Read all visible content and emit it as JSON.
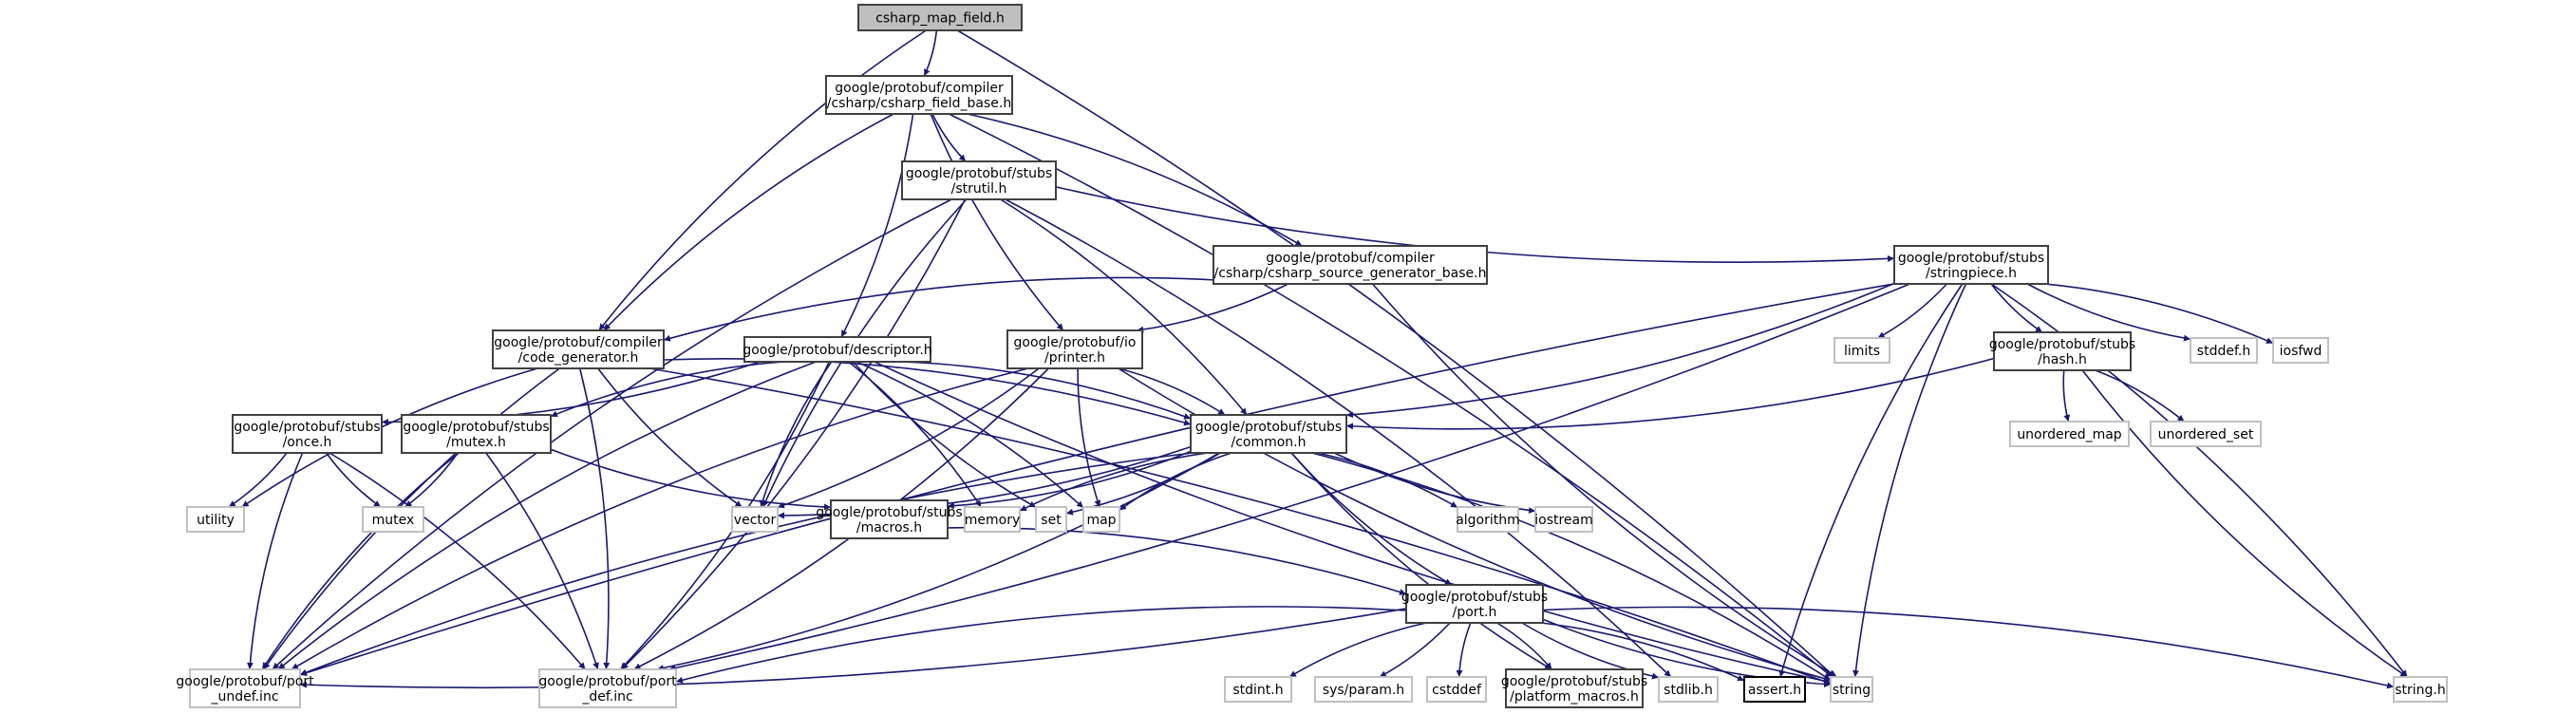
{
  "graph": {
    "title": "csharp_map_field.h",
    "edge_color": "#191970",
    "root_fill": "#bfbfbf",
    "nodes": [
      {
        "id": "root",
        "lines": [
          "csharp_map_field.h"
        ],
        "kind": "root"
      },
      {
        "id": "field_base",
        "lines": [
          "google/protobuf/compiler",
          "/csharp/csharp_field_base.h"
        ],
        "kind": "local"
      },
      {
        "id": "strutil",
        "lines": [
          "google/protobuf/stubs",
          "/strutil.h"
        ],
        "kind": "local"
      },
      {
        "id": "srcgen_base",
        "lines": [
          "google/protobuf/compiler",
          "/csharp/csharp_source_generator_base.h"
        ],
        "kind": "local"
      },
      {
        "id": "stringpiece",
        "lines": [
          "google/protobuf/stubs",
          "/stringpiece.h"
        ],
        "kind": "local"
      },
      {
        "id": "code_generator",
        "lines": [
          "google/protobuf/compiler",
          "/code_generator.h"
        ],
        "kind": "local"
      },
      {
        "id": "descriptor",
        "lines": [
          "google/protobuf/descriptor.h"
        ],
        "kind": "local"
      },
      {
        "id": "printer",
        "lines": [
          "google/protobuf/io",
          "/printer.h"
        ],
        "kind": "local"
      },
      {
        "id": "hash",
        "lines": [
          "google/protobuf/stubs",
          "/hash.h"
        ],
        "kind": "local"
      },
      {
        "id": "limits",
        "lines": [
          "limits"
        ],
        "kind": "external"
      },
      {
        "id": "stddef",
        "lines": [
          "stddef.h"
        ],
        "kind": "external"
      },
      {
        "id": "iosfwd",
        "lines": [
          "iosfwd"
        ],
        "kind": "external"
      },
      {
        "id": "once",
        "lines": [
          "google/protobuf/stubs",
          "/once.h"
        ],
        "kind": "local"
      },
      {
        "id": "mutex_h",
        "lines": [
          "google/protobuf/stubs",
          "/mutex.h"
        ],
        "kind": "local"
      },
      {
        "id": "common",
        "lines": [
          "google/protobuf/stubs",
          "/common.h"
        ],
        "kind": "local"
      },
      {
        "id": "unordered_map",
        "lines": [
          "unordered_map"
        ],
        "kind": "external"
      },
      {
        "id": "unordered_set",
        "lines": [
          "unordered_set"
        ],
        "kind": "external"
      },
      {
        "id": "utility",
        "lines": [
          "utility"
        ],
        "kind": "external"
      },
      {
        "id": "mutex",
        "lines": [
          "mutex"
        ],
        "kind": "external"
      },
      {
        "id": "vector",
        "lines": [
          "vector"
        ],
        "kind": "external"
      },
      {
        "id": "macros",
        "lines": [
          "google/protobuf/stubs",
          "/macros.h"
        ],
        "kind": "local"
      },
      {
        "id": "memory",
        "lines": [
          "memory"
        ],
        "kind": "external"
      },
      {
        "id": "set",
        "lines": [
          "set"
        ],
        "kind": "external"
      },
      {
        "id": "map",
        "lines": [
          "map"
        ],
        "kind": "external"
      },
      {
        "id": "algorithm",
        "lines": [
          "algorithm"
        ],
        "kind": "external"
      },
      {
        "id": "iostream",
        "lines": [
          "iostream"
        ],
        "kind": "external"
      },
      {
        "id": "port",
        "lines": [
          "google/protobuf/stubs",
          "/port.h"
        ],
        "kind": "local"
      },
      {
        "id": "port_undef",
        "lines": [
          "google/protobuf/port",
          "_undef.inc"
        ],
        "kind": "external"
      },
      {
        "id": "port_def",
        "lines": [
          "google/protobuf/port",
          "_def.inc"
        ],
        "kind": "external"
      },
      {
        "id": "stdint",
        "lines": [
          "stdint.h"
        ],
        "kind": "external"
      },
      {
        "id": "sysparam",
        "lines": [
          "sys/param.h"
        ],
        "kind": "external"
      },
      {
        "id": "cstddef",
        "lines": [
          "cstddef"
        ],
        "kind": "external"
      },
      {
        "id": "platform_macros",
        "lines": [
          "google/protobuf/stubs",
          "/platform_macros.h"
        ],
        "kind": "local"
      },
      {
        "id": "stdlib",
        "lines": [
          "stdlib.h"
        ],
        "kind": "external"
      },
      {
        "id": "assert",
        "lines": [
          "assert.h"
        ],
        "kind": "strong"
      },
      {
        "id": "string",
        "lines": [
          "string"
        ],
        "kind": "external"
      },
      {
        "id": "string_h",
        "lines": [
          "string.h"
        ],
        "kind": "external"
      }
    ],
    "edges": [
      [
        "root",
        "field_base"
      ],
      [
        "root",
        "code_generator"
      ],
      [
        "root",
        "string"
      ],
      [
        "field_base",
        "strutil"
      ],
      [
        "field_base",
        "srcgen_base"
      ],
      [
        "field_base",
        "code_generator"
      ],
      [
        "field_base",
        "descriptor"
      ],
      [
        "field_base",
        "printer"
      ],
      [
        "field_base",
        "string"
      ],
      [
        "strutil",
        "stringpiece"
      ],
      [
        "strutil",
        "common"
      ],
      [
        "strutil",
        "vector"
      ],
      [
        "strutil",
        "port_def"
      ],
      [
        "strutil",
        "port_undef"
      ],
      [
        "strutil",
        "stdlib"
      ],
      [
        "srcgen_base",
        "code_generator"
      ],
      [
        "srcgen_base",
        "printer"
      ],
      [
        "srcgen_base",
        "string"
      ],
      [
        "stringpiece",
        "limits"
      ],
      [
        "stringpiece",
        "stddef"
      ],
      [
        "stringpiece",
        "iosfwd"
      ],
      [
        "stringpiece",
        "hash"
      ],
      [
        "stringpiece",
        "common"
      ],
      [
        "stringpiece",
        "string"
      ],
      [
        "stringpiece",
        "string_h"
      ],
      [
        "stringpiece",
        "assert"
      ],
      [
        "stringpiece",
        "port_def"
      ],
      [
        "stringpiece",
        "port_undef"
      ],
      [
        "code_generator",
        "common"
      ],
      [
        "code_generator",
        "vector"
      ],
      [
        "code_generator",
        "string"
      ],
      [
        "code_generator",
        "utility"
      ],
      [
        "code_generator",
        "port_def"
      ],
      [
        "code_generator",
        "port_undef"
      ],
      [
        "descriptor",
        "once"
      ],
      [
        "descriptor",
        "mutex_h"
      ],
      [
        "descriptor",
        "common"
      ],
      [
        "descriptor",
        "vector"
      ],
      [
        "descriptor",
        "memory"
      ],
      [
        "descriptor",
        "set"
      ],
      [
        "descriptor",
        "map"
      ],
      [
        "descriptor",
        "string"
      ],
      [
        "descriptor",
        "port_def"
      ],
      [
        "descriptor",
        "port_undef"
      ],
      [
        "printer",
        "common"
      ],
      [
        "printer",
        "map"
      ],
      [
        "printer",
        "vector"
      ],
      [
        "printer",
        "string"
      ],
      [
        "printer",
        "port_def"
      ],
      [
        "printer",
        "port_undef"
      ],
      [
        "hash",
        "common"
      ],
      [
        "hash",
        "unordered_map"
      ],
      [
        "hash",
        "unordered_set"
      ],
      [
        "hash",
        "string_h"
      ],
      [
        "once",
        "utility"
      ],
      [
        "once",
        "mutex"
      ],
      [
        "once",
        "port_def"
      ],
      [
        "once",
        "port_undef"
      ],
      [
        "mutex_h",
        "mutex"
      ],
      [
        "mutex_h",
        "macros"
      ],
      [
        "mutex_h",
        "port_def"
      ],
      [
        "mutex_h",
        "port_undef"
      ],
      [
        "common",
        "macros"
      ],
      [
        "common",
        "port"
      ],
      [
        "common",
        "vector"
      ],
      [
        "common",
        "memory"
      ],
      [
        "common",
        "set"
      ],
      [
        "common",
        "map"
      ],
      [
        "common",
        "algorithm"
      ],
      [
        "common",
        "iostream"
      ],
      [
        "common",
        "string"
      ],
      [
        "common",
        "platform_macros"
      ],
      [
        "common",
        "port_def"
      ],
      [
        "common",
        "port_undef"
      ],
      [
        "macros",
        "port"
      ],
      [
        "port",
        "stdint"
      ],
      [
        "port",
        "sysparam"
      ],
      [
        "port",
        "cstddef"
      ],
      [
        "port",
        "platform_macros"
      ],
      [
        "port",
        "stdlib"
      ],
      [
        "port",
        "assert"
      ],
      [
        "port",
        "string"
      ],
      [
        "port",
        "string_h"
      ],
      [
        "port",
        "port_def"
      ],
      [
        "port",
        "port_undef"
      ]
    ]
  }
}
